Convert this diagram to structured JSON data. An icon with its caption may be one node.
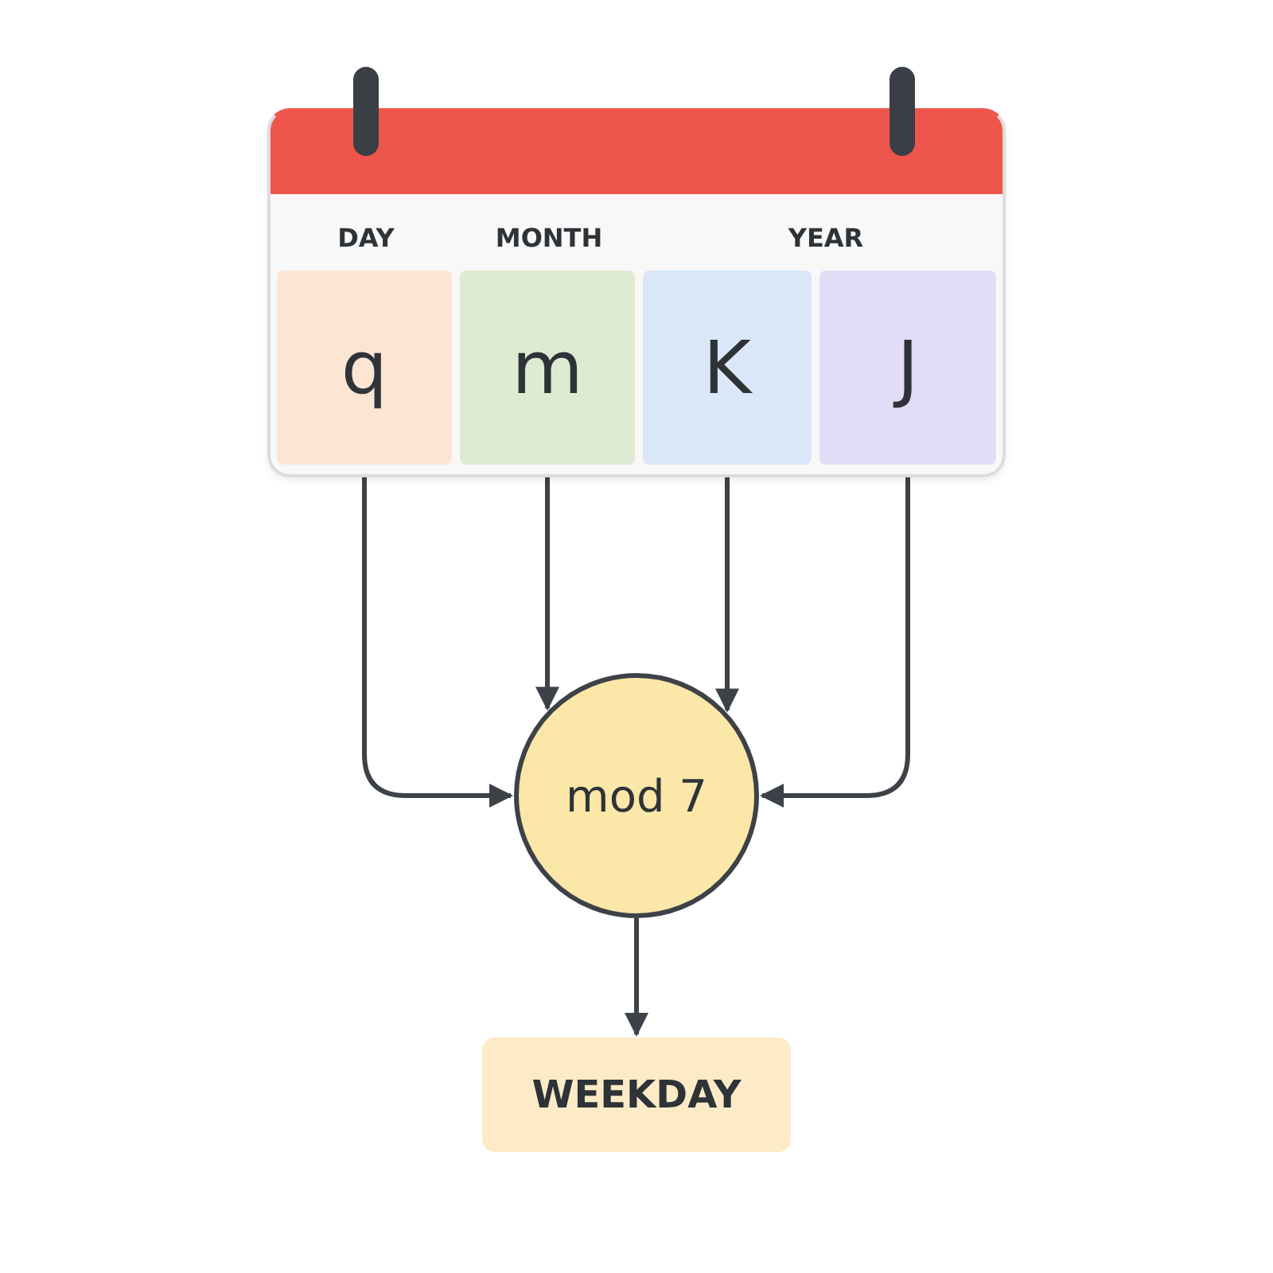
{
  "diagram": {
    "nodes": [
      {
        "text": [
          "DAY",
          "MONTH",
          "YEAR"
        ]
      },
      {
        "text": [
          "q"
        ],
        "in": 0
      },
      {
        "text": [
          "m"
        ],
        "in": 0
      },
      {
        "text": [
          "K"
        ],
        "in": 0
      },
      {
        "text": [
          "J"
        ],
        "in": 0
      },
      {
        "text": [
          "mod 7"
        ]
      },
      {
        "text": [
          "WEEKDAY"
        ]
      }
    ],
    "edges": [
      {
        "from": 1,
        "to": 5,
        "arrow": "to"
      },
      {
        "from": 2,
        "to": 5,
        "arrow": "to"
      },
      {
        "from": 3,
        "to": 5,
        "arrow": "to"
      },
      {
        "from": 4,
        "to": 5,
        "arrow": "to"
      },
      {
        "from": 5,
        "to": 6,
        "arrow": "to"
      }
    ]
  }
}
